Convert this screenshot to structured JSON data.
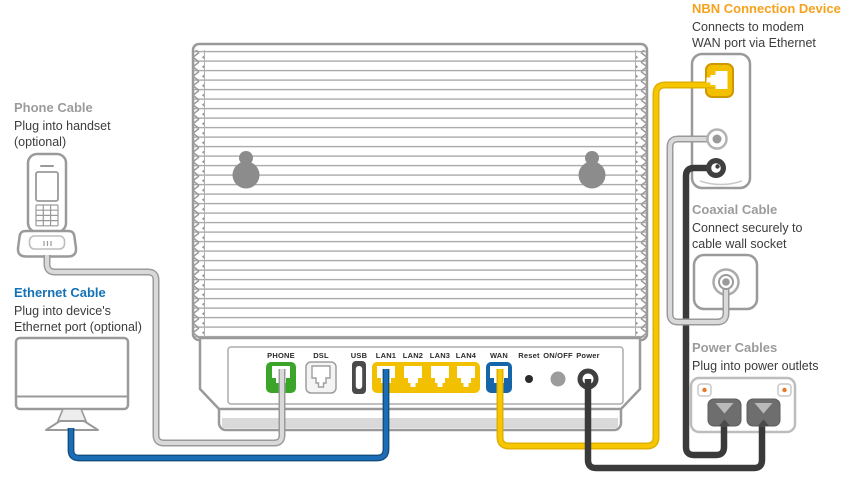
{
  "annotations": {
    "phone_cable": {
      "title": "Phone Cable",
      "line1": "Plug into handset",
      "line2": "(optional)"
    },
    "ethernet_cable": {
      "title": "Ethernet Cable",
      "line1": "Plug into device's",
      "line2": "Ethernet port (optional)"
    },
    "nbn_device": {
      "title": "NBN Connection Device",
      "line1": "Connects to modem",
      "line2": "WAN port via Ethernet"
    },
    "coaxial_cable": {
      "title": "Coaxial Cable",
      "line1": "Connect securely to",
      "line2": "cable wall socket"
    },
    "power_cables": {
      "title": "Power Cables",
      "line1": "Plug into power outlets"
    }
  },
  "router_ports": {
    "phone": "PHONE",
    "dsl": "DSL",
    "usb": "USB",
    "lan1": "LAN1",
    "lan2": "LAN2",
    "lan3": "LAN3",
    "lan4": "LAN4",
    "wan": "WAN",
    "reset": "Reset",
    "on_off": "ON/OFF",
    "power": "Power"
  },
  "colors": {
    "heading_gray": "#9b9b9b",
    "heading_blue": "#1472b7",
    "heading_orange": "#f6a21d",
    "body_text": "#3c3c3c",
    "outline_gray": "#9a9a9a",
    "port_green": "#3aa528",
    "port_yellow": "#f3c000",
    "port_blue": "#1565a8",
    "cable_gray": "#d9d9d9",
    "cable_blue": "#1b6db5",
    "cable_yellow": "#f6c600",
    "cable_black": "#3a3a3a",
    "switch_orange": "#e87722"
  }
}
